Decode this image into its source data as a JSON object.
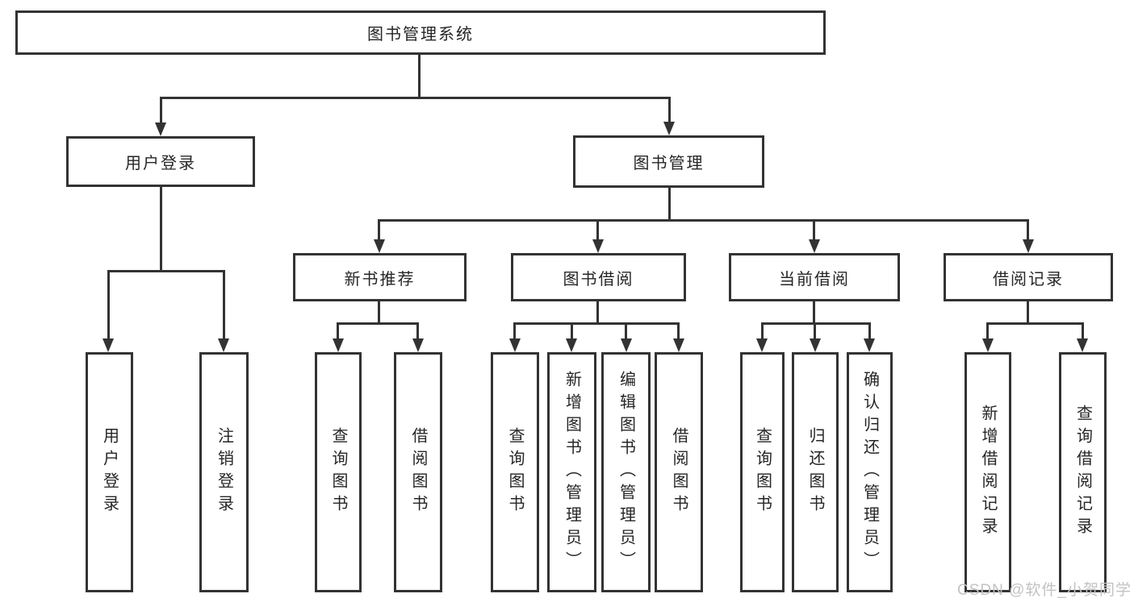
{
  "watermark": {
    "text": "CSDN @软件_小贺同学",
    "color": "#c2c2c2"
  },
  "colors": {
    "line": "#333333",
    "box_border": "#333333",
    "box_background": "#ffffff",
    "text": "#262626",
    "page_background": "#ffffff"
  },
  "tree": {
    "root": {
      "label": "图书管理系统"
    },
    "branches": [
      {
        "label": "用户登录",
        "children": [
          {
            "label": "用户登录"
          },
          {
            "label": "注销登录"
          }
        ]
      },
      {
        "label": "图书管理",
        "sections": [
          {
            "label": "新书推荐",
            "children": [
              {
                "label": "查询图书"
              },
              {
                "label": "借阅图书"
              }
            ]
          },
          {
            "label": "图书借阅",
            "children": [
              {
                "label": "查询图书"
              },
              {
                "label": "新增图书（管理员）"
              },
              {
                "label": "编辑图书（管理员）"
              },
              {
                "label": "借阅图书"
              }
            ]
          },
          {
            "label": "当前借阅",
            "children": [
              {
                "label": "查询图书"
              },
              {
                "label": "归还图书"
              },
              {
                "label": "确认归还（管理员）"
              }
            ]
          },
          {
            "label": "借阅记录",
            "children": [
              {
                "label": "新增借阅记录"
              },
              {
                "label": "查询借阅记录"
              }
            ]
          }
        ]
      }
    ]
  }
}
